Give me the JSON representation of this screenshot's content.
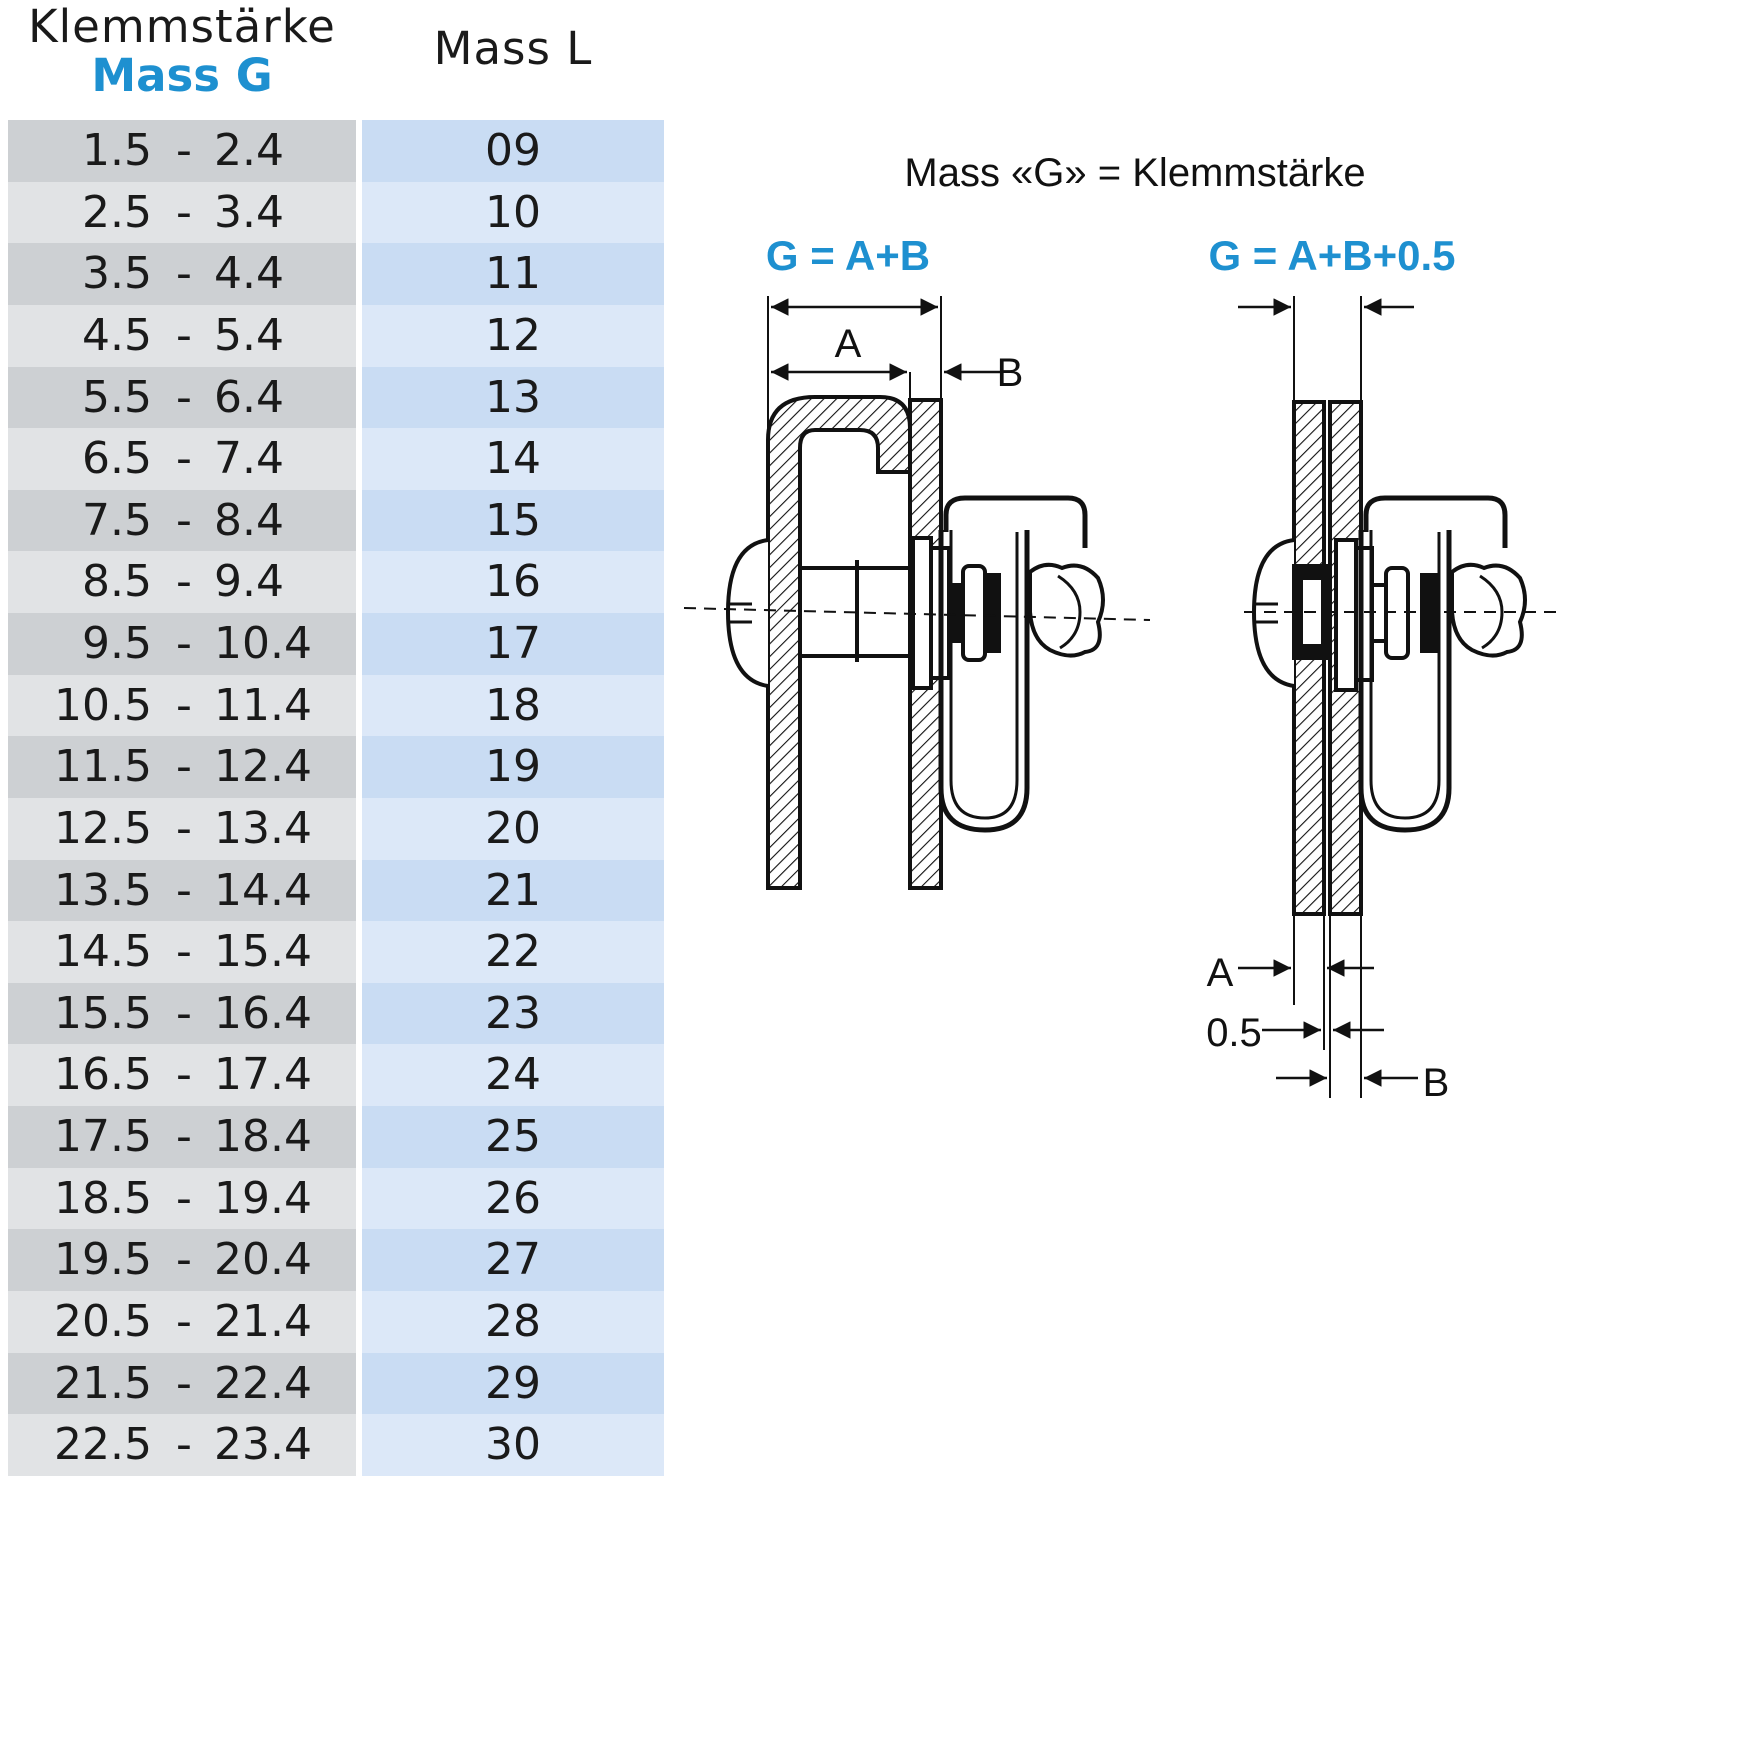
{
  "header": {
    "klemm_label": "Klemmstärke",
    "mass_g_label": "Mass G",
    "mass_l_label": "Mass L"
  },
  "table": {
    "rows": [
      {
        "g_from": "1.5",
        "g_to": "2.4",
        "l": "09"
      },
      {
        "g_from": "2.5",
        "g_to": "3.4",
        "l": "10"
      },
      {
        "g_from": "3.5",
        "g_to": "4.4",
        "l": "11"
      },
      {
        "g_from": "4.5",
        "g_to": "5.4",
        "l": "12"
      },
      {
        "g_from": "5.5",
        "g_to": "6.4",
        "l": "13"
      },
      {
        "g_from": "6.5",
        "g_to": "7.4",
        "l": "14"
      },
      {
        "g_from": "7.5",
        "g_to": "8.4",
        "l": "15"
      },
      {
        "g_from": "8.5",
        "g_to": "9.4",
        "l": "16"
      },
      {
        "g_from": "9.5",
        "g_to": "10.4",
        "l": "17"
      },
      {
        "g_from": "10.5",
        "g_to": "11.4",
        "l": "18"
      },
      {
        "g_from": "11.5",
        "g_to": "12.4",
        "l": "19"
      },
      {
        "g_from": "12.5",
        "g_to": "13.4",
        "l": "20"
      },
      {
        "g_from": "13.5",
        "g_to": "14.4",
        "l": "21"
      },
      {
        "g_from": "14.5",
        "g_to": "15.4",
        "l": "22"
      },
      {
        "g_from": "15.5",
        "g_to": "16.4",
        "l": "23"
      },
      {
        "g_from": "16.5",
        "g_to": "17.4",
        "l": "24"
      },
      {
        "g_from": "17.5",
        "g_to": "18.4",
        "l": "25"
      },
      {
        "g_from": "18.5",
        "g_to": "19.4",
        "l": "26"
      },
      {
        "g_from": "19.5",
        "g_to": "20.4",
        "l": "27"
      },
      {
        "g_from": "20.5",
        "g_to": "21.4",
        "l": "28"
      },
      {
        "g_from": "21.5",
        "g_to": "22.4",
        "l": "29"
      },
      {
        "g_from": "22.5",
        "g_to": "23.4",
        "l": "30"
      }
    ],
    "separator": "-"
  },
  "diagram": {
    "caption": "Mass «G» = Klemmstärke",
    "left_formula": "G = A+B",
    "right_formula": "G = A+B+0.5",
    "label_a": "A",
    "label_b": "B",
    "label_gap": "0.5",
    "accent_color": "#1e90d0"
  }
}
